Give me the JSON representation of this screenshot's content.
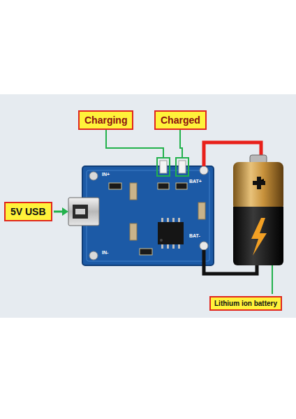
{
  "diagram": {
    "nodes": [
      {
        "text": [
          "Charging"
        ]
      },
      {
        "text": [
          "Charged"
        ]
      },
      {
        "text": [
          "5V USB"
        ]
      },
      {
        "text": [
          "Lithium ion battery"
        ]
      }
    ],
    "labels": [
      "IN+",
      "BAT+",
      "BAT-",
      "IN-"
    ]
  }
}
